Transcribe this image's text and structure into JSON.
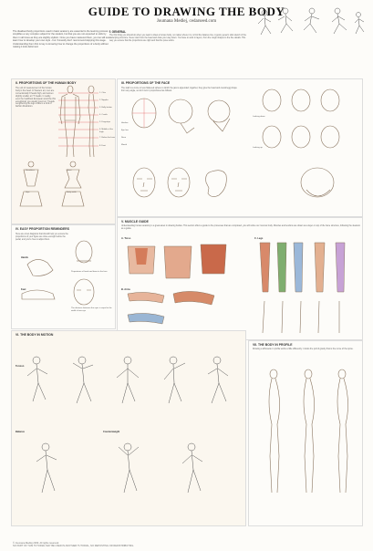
{
  "header": {
    "title": "GUIDE TO DRAWING THE BODY",
    "subtitle": "Joumana Medlej, cedarseed.com"
  },
  "intro": "The idealised body proportions used in basic anatomy are essential to the learning process; it simplifies a very complex subject for the student, but that you are not expected to stick by them in all times as they are slightly stylistic. Once you have mastered them, you too will soon learn how to develop your own style - but I honestly don't recommend skipping this stage. Understanding them first is key to knowing how to change the proportions of a body without making it look deformed.",
  "sections": {
    "general": {
      "heading": "I. GENERAL",
      "text": "The first thing you should do when you want to draw a human body, no matter where it is, is find the balance line. A good, generic stick sketch of the underlying structure. Never start from the head and draw your way down. You have to work in layers, from the rough shapes to the fine details. This way you ensure that the proportions are right and that the pose works."
    },
    "proportions_body": {
      "heading": "II. PROPORTIONS OF THE HUMAN BODY",
      "text": "The unit of measurement of the human body is the head. In Western art, men are conventionally 8 heads high, and women slightly smaller at 7.5 heads. In reality, even the healthiest European would be this exceptional; you usually count on 7 heads. Lengthening the legs a little is a trick of fashion illustration.",
      "labels": [
        "1. Chin",
        "2. Nipples",
        "3. Belly button",
        "4. Crotch",
        "5. Fingertips",
        "6. Middle of the thigh",
        "7. Below the knee",
        "8. Feet"
      ],
      "notes": [
        "Shoulders",
        "Hips",
        "Waist",
        "Body width"
      ]
    },
    "proportions_face": {
      "heading": "III. PROPORTIONS OF THE FACE",
      "text": "The skull is a more or less flattened sphere to which the jaw is appended; together, they give the head and overall egg shape from any angle, so don't turn it proportioned as follows:",
      "notes": [
        "Eye line",
        "Nose",
        "Mouth",
        "Hairline",
        "Looking down",
        "Looking up"
      ]
    },
    "easy_reminders": {
      "heading": "IV. EASY PROPORTION REMINDERS",
      "text": "Here are a few diagrams that should help you ensure the proportions of your figure are close enough before the pedal, and you're free to adjust them.",
      "notes": [
        "Proportions of hand and bone to the face",
        "The distance between the eyes is equal to the width of one eye",
        "Hands",
        "Feet"
      ]
    },
    "muscle_guide": {
      "heading": "V. MUSCLE GUIDE",
      "text": "Understanding human anatomy is a great asset in drawing bodies. This section offers a guide to the processes that are completed, you will notice our mucous body. Muscles and tendons are drawn as a layer on top of the bone structure, following the skeleton as a guide.",
      "labels": [
        "A. Torso",
        "B. Arms",
        "C. Legs"
      ]
    },
    "body_in_motion": {
      "heading": "VI. THE BODY IN MOTION",
      "notes": [
        "Torsion",
        "Balance",
        "Counterweight"
      ]
    },
    "body_in_profile": {
      "heading": "VII. THE BODY IN PROFILE",
      "text": "Drawing a silhouette in profile works a little differently: it looks the pull of gravity that is the curve of the spine."
    }
  },
  "footer": {
    "copyright": "© Joumana Medlej 2009. All rights reserved.",
    "note": "NO PART OF THIS TUTORIAL MAY BE USED IN ANOTHER TUTORIAL, NO REPOSTING OR REDISTRIBUTING."
  }
}
